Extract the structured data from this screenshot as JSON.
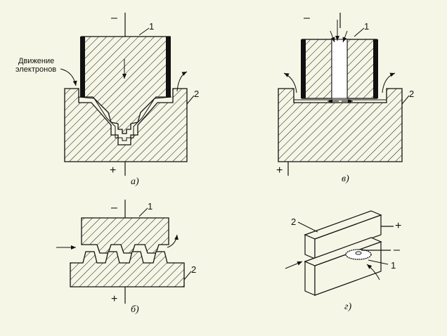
{
  "annotation": {
    "line1": "Движение",
    "line2": "электронов"
  },
  "panels": [
    {
      "id": "a",
      "caption": "а)",
      "top_sign": "–",
      "bottom_sign": "+",
      "label_tool": "1",
      "label_part": "2"
    },
    {
      "id": "v",
      "caption": "в)",
      "top_sign": "–",
      "bottom_sign": "+",
      "label_tool": "1",
      "label_part": "2"
    },
    {
      "id": "b",
      "caption": "б)",
      "top_sign": "–",
      "bottom_sign": "+",
      "label_tool": "1",
      "label_part": "2"
    },
    {
      "id": "g",
      "caption": "г)",
      "plus_sign": "+",
      "minus_sign": "–",
      "label_tool": "1",
      "label_part": "2"
    }
  ],
  "colors": {
    "background": "#f6f6e6",
    "ink": "#111111"
  }
}
